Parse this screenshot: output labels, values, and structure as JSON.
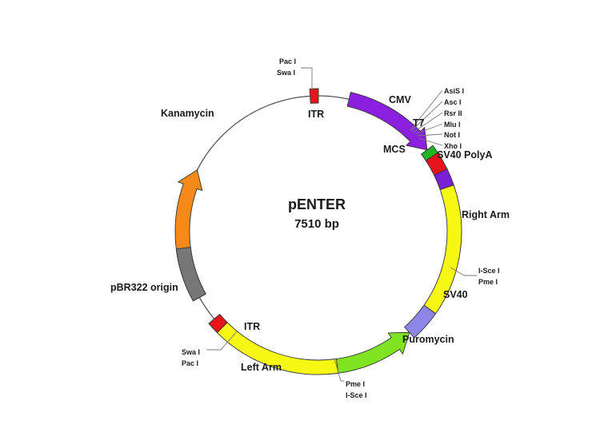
{
  "plasmid": {
    "name": "pENTER",
    "size": "7510 bp"
  },
  "features": [
    {
      "key": "itr_top",
      "label": "ITR",
      "color": "#e8141b"
    },
    {
      "key": "cmv",
      "label": "CMV",
      "color": "#8a1fe0"
    },
    {
      "key": "t7",
      "label": "T7",
      "color": "#21b521"
    },
    {
      "key": "mcs",
      "label": "MCS",
      "color": "#e8141b"
    },
    {
      "key": "sv40_polya",
      "label": "SV40 PolyA",
      "color": "#7b1fd6"
    },
    {
      "key": "right_arm",
      "label": "Right Arm",
      "color": "#f7f714"
    },
    {
      "key": "sv40",
      "label": "SV40",
      "color": "#8e86e6"
    },
    {
      "key": "puromycin",
      "label": "Puromycin",
      "color": "#7fe321"
    },
    {
      "key": "left_arm",
      "label": "Left Arm",
      "color": "#f7f714"
    },
    {
      "key": "itr_bottom",
      "label": "ITR",
      "color": "#e8141b"
    },
    {
      "key": "pbr322",
      "label": "pBR322 origin",
      "color": "#777777"
    },
    {
      "key": "kanamycin",
      "label": "Kanamycin",
      "color": "#f58a1a"
    }
  ],
  "sites": {
    "top": [
      "Pac I",
      "Swa I"
    ],
    "mcs": [
      "AsiS I",
      "Asc I",
      "Rsr II",
      "Mlu I",
      "Not I",
      "Xho I"
    ],
    "right": [
      "I-Sce I",
      "Pme I"
    ],
    "bottom": [
      "Pme I",
      "I-Sce I"
    ],
    "left": [
      "Swa I",
      "Pac I"
    ]
  }
}
